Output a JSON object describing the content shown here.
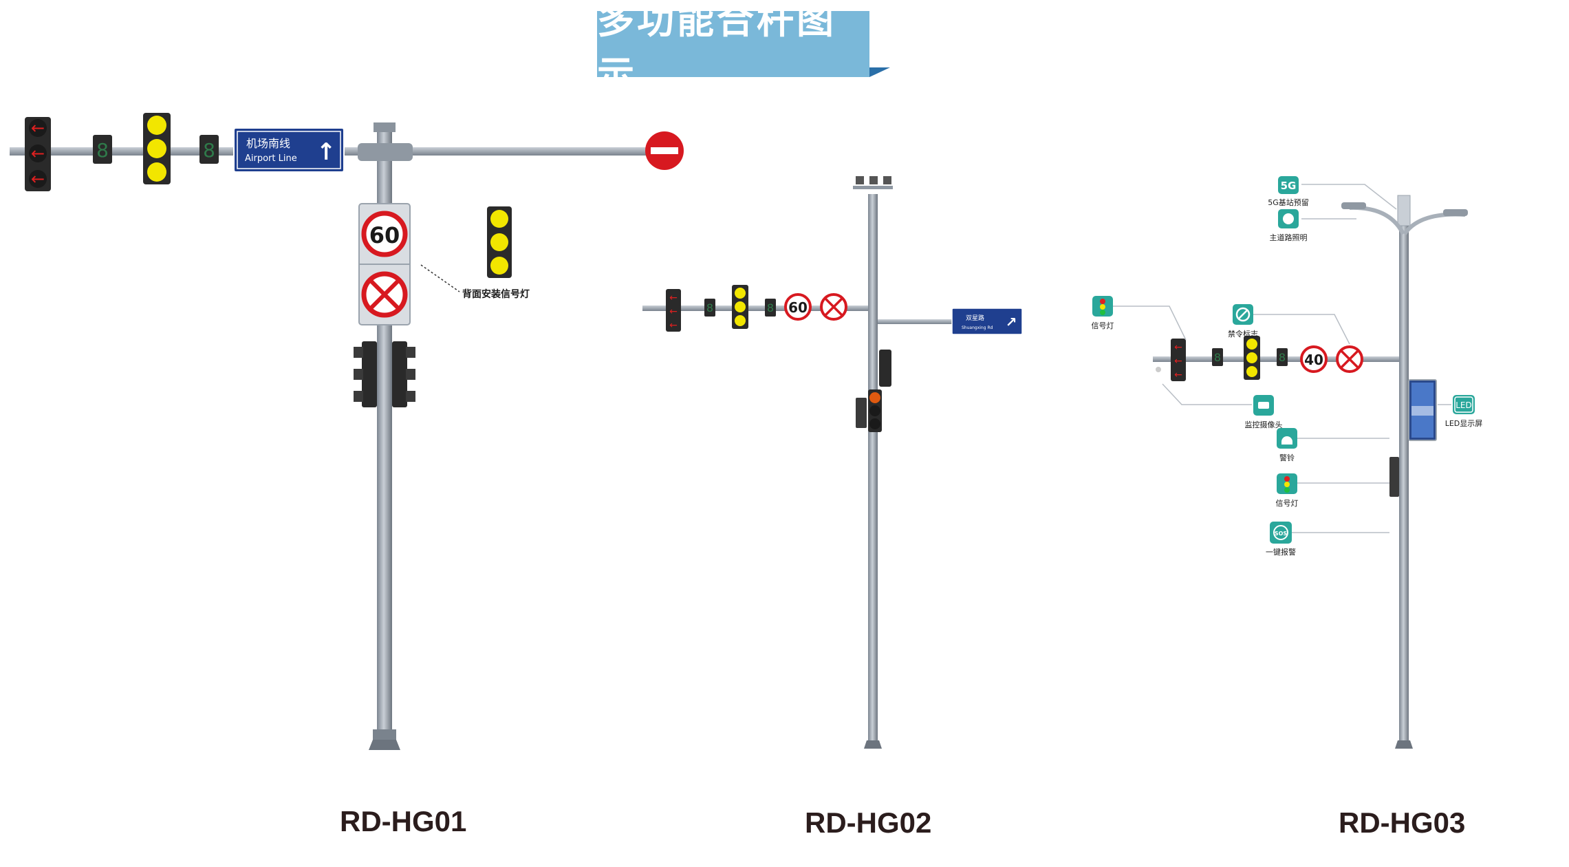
{
  "title": "多功能合杆图示",
  "models": [
    "RD-HG01",
    "RD-HG02",
    "RD-HG03"
  ],
  "pole1": {
    "street_sign_cn": "机场南线",
    "street_sign_en": "Airport Line",
    "speed_limit": "60",
    "annotation": "背面安装信号灯",
    "countdown": "8"
  },
  "pole2": {
    "speed_limit": "60",
    "countdown": "8",
    "street_sign_cn": "双星路",
    "street_sign_en": "Shuangxing Rd"
  },
  "pole3": {
    "speed_limit": "40",
    "countdown": "8",
    "callouts": {
      "base_station": "5G基站预留",
      "road_light": "主道路照明",
      "signal_light_top": "信号灯",
      "prohibition_sign": "禁令标志",
      "camera": "监控摄像头",
      "led_screen": "LED显示屏",
      "siren": "警铃",
      "signal_light": "信号灯",
      "sos": "一键报警"
    },
    "icon_text": {
      "five_g": "5G",
      "led": "LED",
      "sos": "SOS"
    }
  },
  "colors": {
    "title_bg": "#7ab8d9",
    "pole": "#9aa3ad",
    "signal_yellow": "#f2e600",
    "signal_red": "#e02020",
    "sign_blue": "#1f3f8f",
    "sign_red": "#d71920",
    "icon_teal": "#2aa79b"
  }
}
